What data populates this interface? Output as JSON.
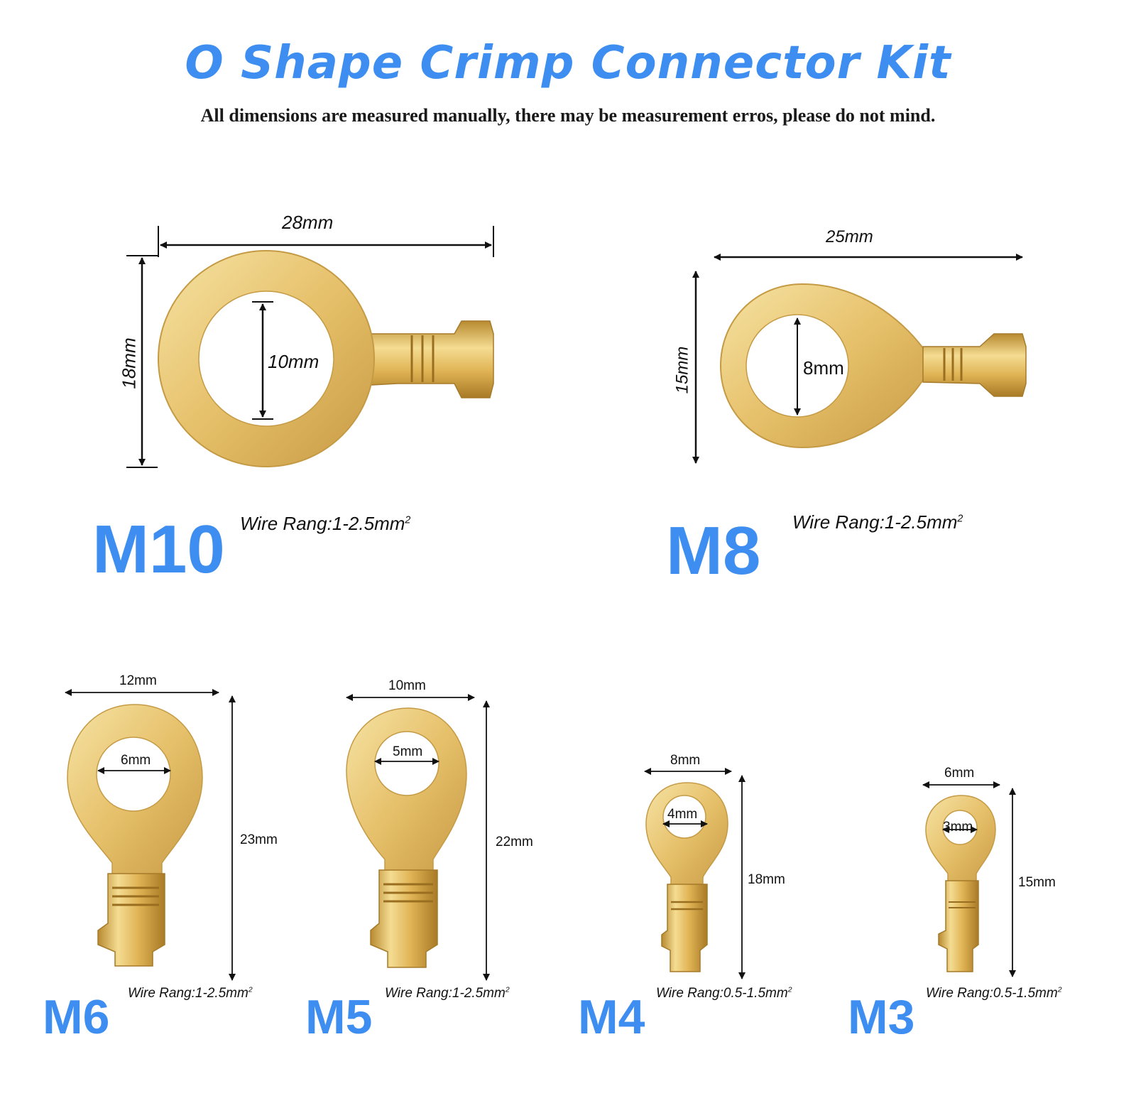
{
  "header": {
    "title": "O Shape Crimp Connector Kit",
    "subtitle": "All dimensions are measured manually, there may be measurement erros, please do not mind."
  },
  "connectors": [
    {
      "model": "M10",
      "wire_label": "Wire Rang:",
      "wire_range": "1-2.5mm",
      "wire_unit_sup": "2",
      "width": "28mm",
      "height": "18mm",
      "hole": "10mm"
    },
    {
      "model": "M8",
      "wire_label": "Wire Rang:",
      "wire_range": "1-2.5mm",
      "wire_unit_sup": "2",
      "width": "25mm",
      "height": "15mm",
      "hole": "8mm"
    },
    {
      "model": "M6",
      "wire_label": "Wire Rang:",
      "wire_range": "1-2.5mm",
      "wire_unit_sup": "2",
      "width": "12mm",
      "height": "23mm",
      "hole": "6mm"
    },
    {
      "model": "M5",
      "wire_label": "Wire Rang:",
      "wire_range": "1-2.5mm",
      "wire_unit_sup": "2",
      "width": "10mm",
      "height": "22mm",
      "hole": "5mm"
    },
    {
      "model": "M4",
      "wire_label": "Wire Rang:",
      "wire_range": "0.5-1.5mm",
      "wire_unit_sup": "2",
      "width": "8mm",
      "height": "18mm",
      "hole": "4mm"
    },
    {
      "model": "M3",
      "wire_label": "Wire Rang:",
      "wire_range": "0.5-1.5mm",
      "wire_unit_sup": "2",
      "width": "6mm",
      "height": "15mm",
      "hole": "3mm"
    }
  ],
  "colors": {
    "title": "#3d8ef0",
    "brass_light": "#f3d98a",
    "brass_mid": "#e2b85a",
    "brass_dark": "#b8862e"
  }
}
